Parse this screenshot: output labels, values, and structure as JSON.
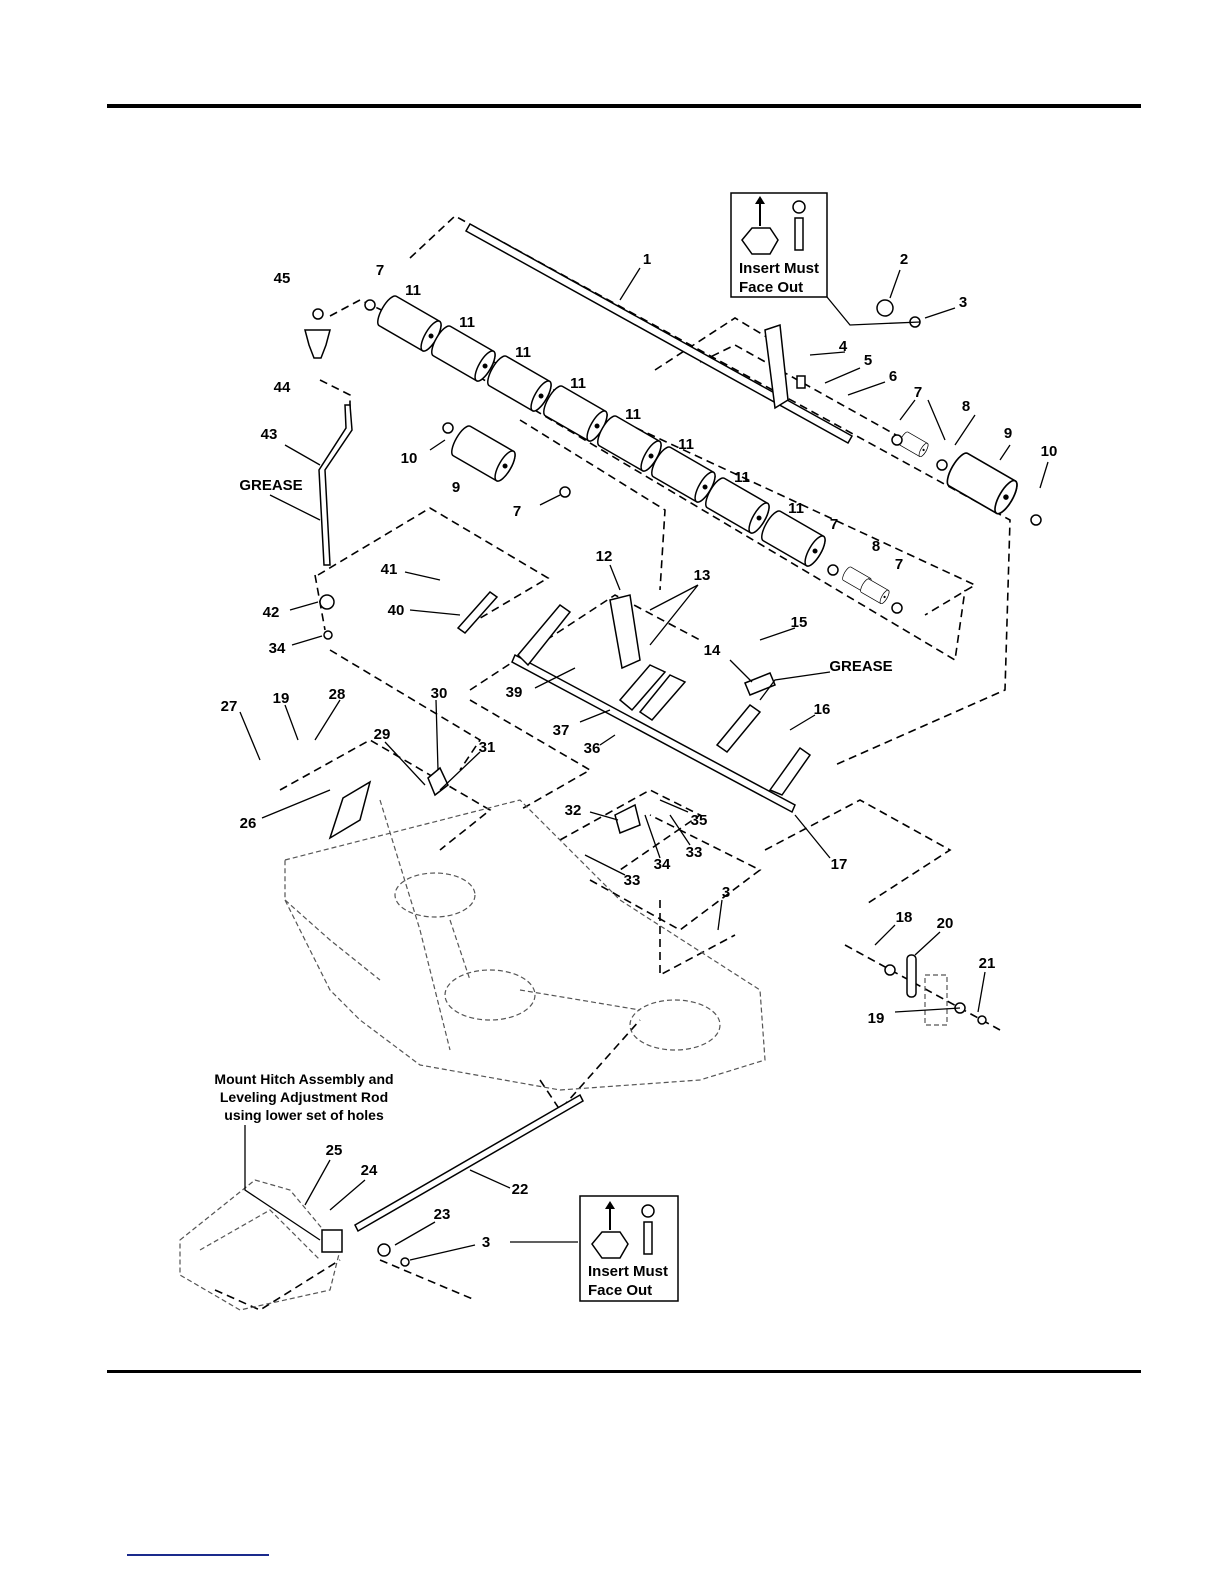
{
  "diagram": {
    "callouts": [
      "1",
      "2",
      "3",
      "45",
      "7",
      "11",
      "11",
      "11",
      "11",
      "11",
      "11",
      "11",
      "11",
      "4",
      "5",
      "6",
      "7",
      "8",
      "9",
      "10",
      "44",
      "43",
      "10",
      "9",
      "7",
      "GREASE",
      "7",
      "8",
      "7",
      "12",
      "13",
      "41",
      "40",
      "42",
      "34",
      "15",
      "14",
      "GREASE",
      "39",
      "37",
      "36",
      "16",
      "27",
      "19",
      "28",
      "30",
      "29",
      "31",
      "26",
      "32",
      "35",
      "34",
      "33",
      "33",
      "17",
      "3",
      "18",
      "20",
      "21",
      "19",
      "25",
      "24",
      "22",
      "23",
      "3"
    ],
    "insert_note_top": {
      "line1": "Insert Must",
      "line2": "Face Out"
    },
    "insert_note_bottom": {
      "line1": "Insert Must",
      "line2": "Face Out"
    },
    "hitch_note": [
      "Mount Hitch Assembly and",
      "Leveling Adjustment Rod",
      "using lower set of holes"
    ]
  }
}
